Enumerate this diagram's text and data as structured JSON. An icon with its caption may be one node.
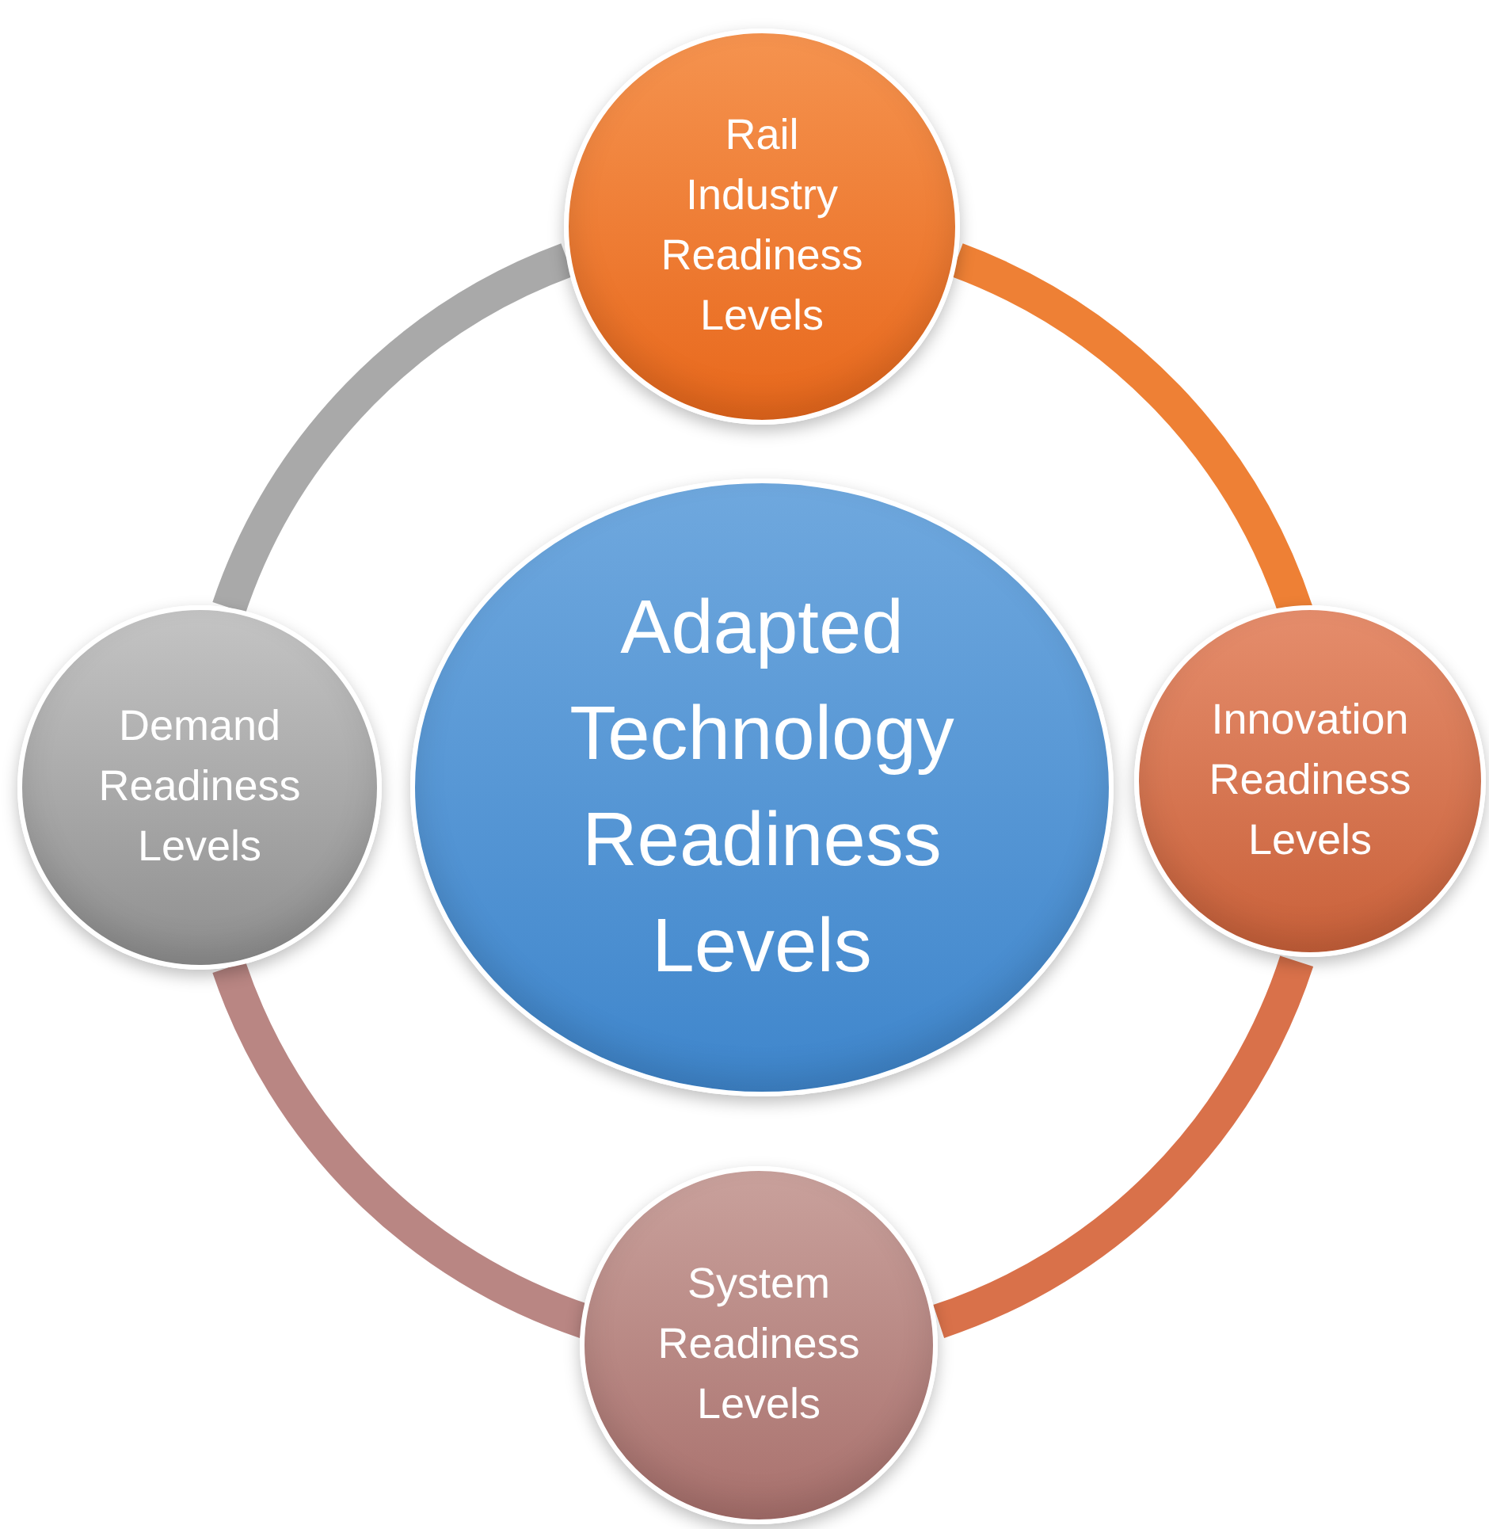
{
  "diagram": {
    "nodes": [
      {
        "text": [
          "Rail Industry Readiness Levels"
        ]
      },
      {
        "text": [
          "Demand Readiness Levels"
        ]
      },
      {
        "text": [
          "Adapted Technology Readiness Levels"
        ]
      },
      {
        "text": [
          "Innovation Readiness Levels"
        ]
      },
      {
        "text": [
          "System Readiness Levels"
        ]
      }
    ],
    "edges": [
      {
        "from": 0,
        "to": 3,
        "arrow": "none",
        "color": "#ee8035"
      },
      {
        "from": 3,
        "to": 4,
        "arrow": "none",
        "color": "#d9714a"
      },
      {
        "from": 4,
        "to": 1,
        "arrow": "none",
        "color": "#b98683"
      },
      {
        "from": 1,
        "to": 0,
        "arrow": "none",
        "color": "#a9a9a9"
      }
    ]
  }
}
